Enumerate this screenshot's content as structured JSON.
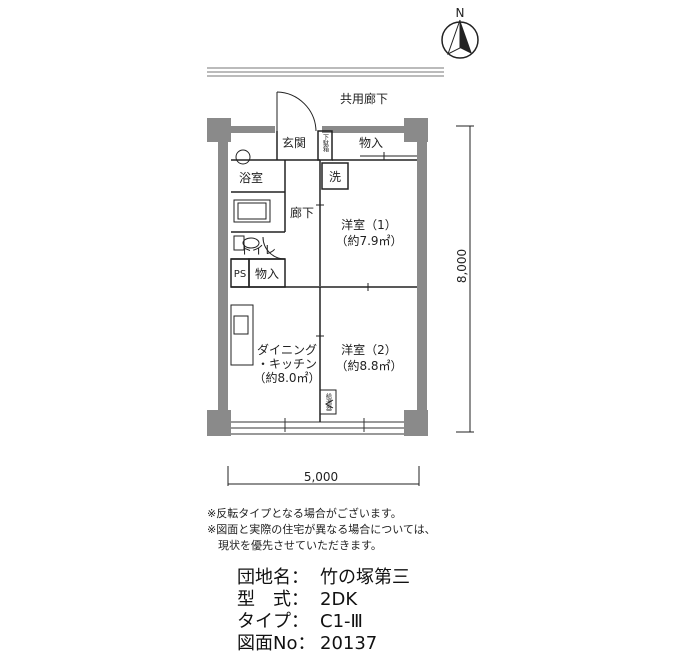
{
  "compass": {
    "north_label": "N"
  },
  "rooms": {
    "common_corridor": "共用廊下",
    "entrance": "玄関",
    "shoe_cabinet": "下駄箱",
    "storage_top": "物入",
    "washer": "洗",
    "bathroom": "浴室",
    "hallway": "廊下",
    "toilet": "トイレ",
    "ps": "PS",
    "storage_mid": "物入",
    "western_room_1": {
      "name": "洋室（1）",
      "area": "（約7.9㎡）"
    },
    "western_room_2": {
      "name": "洋室（2）",
      "area": "（約8.8㎡）"
    },
    "dining_kitchen": {
      "line1": "ダイニング",
      "line2": "・キッチン",
      "area": "（約8.0㎡）"
    },
    "water_heater": "給湯器"
  },
  "dimensions": {
    "width": "5,000",
    "depth": "8,000"
  },
  "notes": [
    "※反転タイプとなる場合がございます。",
    "※図面と実際の住宅が異なる場合については、",
    "　現状を優先させていただきます。"
  ],
  "info": [
    {
      "key": "団地名：",
      "value": "竹の塚第三"
    },
    {
      "key": "型　式：",
      "value": "2DK"
    },
    {
      "key": "タイプ：",
      "value": "C1-Ⅲ"
    },
    {
      "key": "図面No：",
      "value": "20137"
    }
  ]
}
